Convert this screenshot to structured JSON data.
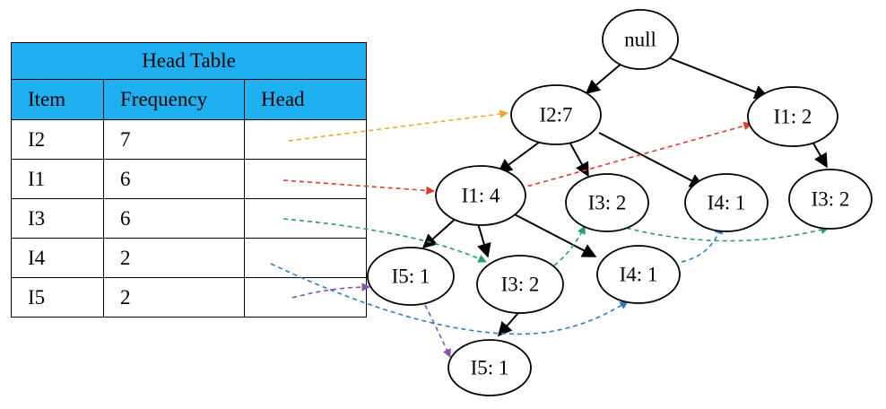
{
  "head_table": {
    "title": "Head Table",
    "columns": [
      "Item",
      "Frequency",
      "Head"
    ],
    "rows": [
      {
        "item": "I2",
        "frequency": "7",
        "head": ""
      },
      {
        "item": "I1",
        "frequency": "6",
        "head": ""
      },
      {
        "item": "I3",
        "frequency": "6",
        "head": ""
      },
      {
        "item": "I4",
        "frequency": "2",
        "head": ""
      },
      {
        "item": "I5",
        "frequency": "2",
        "head": ""
      }
    ]
  },
  "tree": {
    "nodes": {
      "root": "null",
      "i2": "I2:7",
      "i1_right": "I1: 2",
      "i1": "I1: 4",
      "i3_a": "I3: 2",
      "i4_a": "I4: 1",
      "i3_right": "I3: 2",
      "i5_a": "I5: 1",
      "i3_b": "I3: 2",
      "i4_b": "I4: 1",
      "i5_b": "I5: 1"
    }
  },
  "colors": {
    "header_bg": "#1fb0f2",
    "link_i2": "#f0a830",
    "link_i1": "#e03a2a",
    "link_i3": "#22a066",
    "link_i4": "#2a7fc4",
    "link_i5": "#8a4fb0"
  }
}
